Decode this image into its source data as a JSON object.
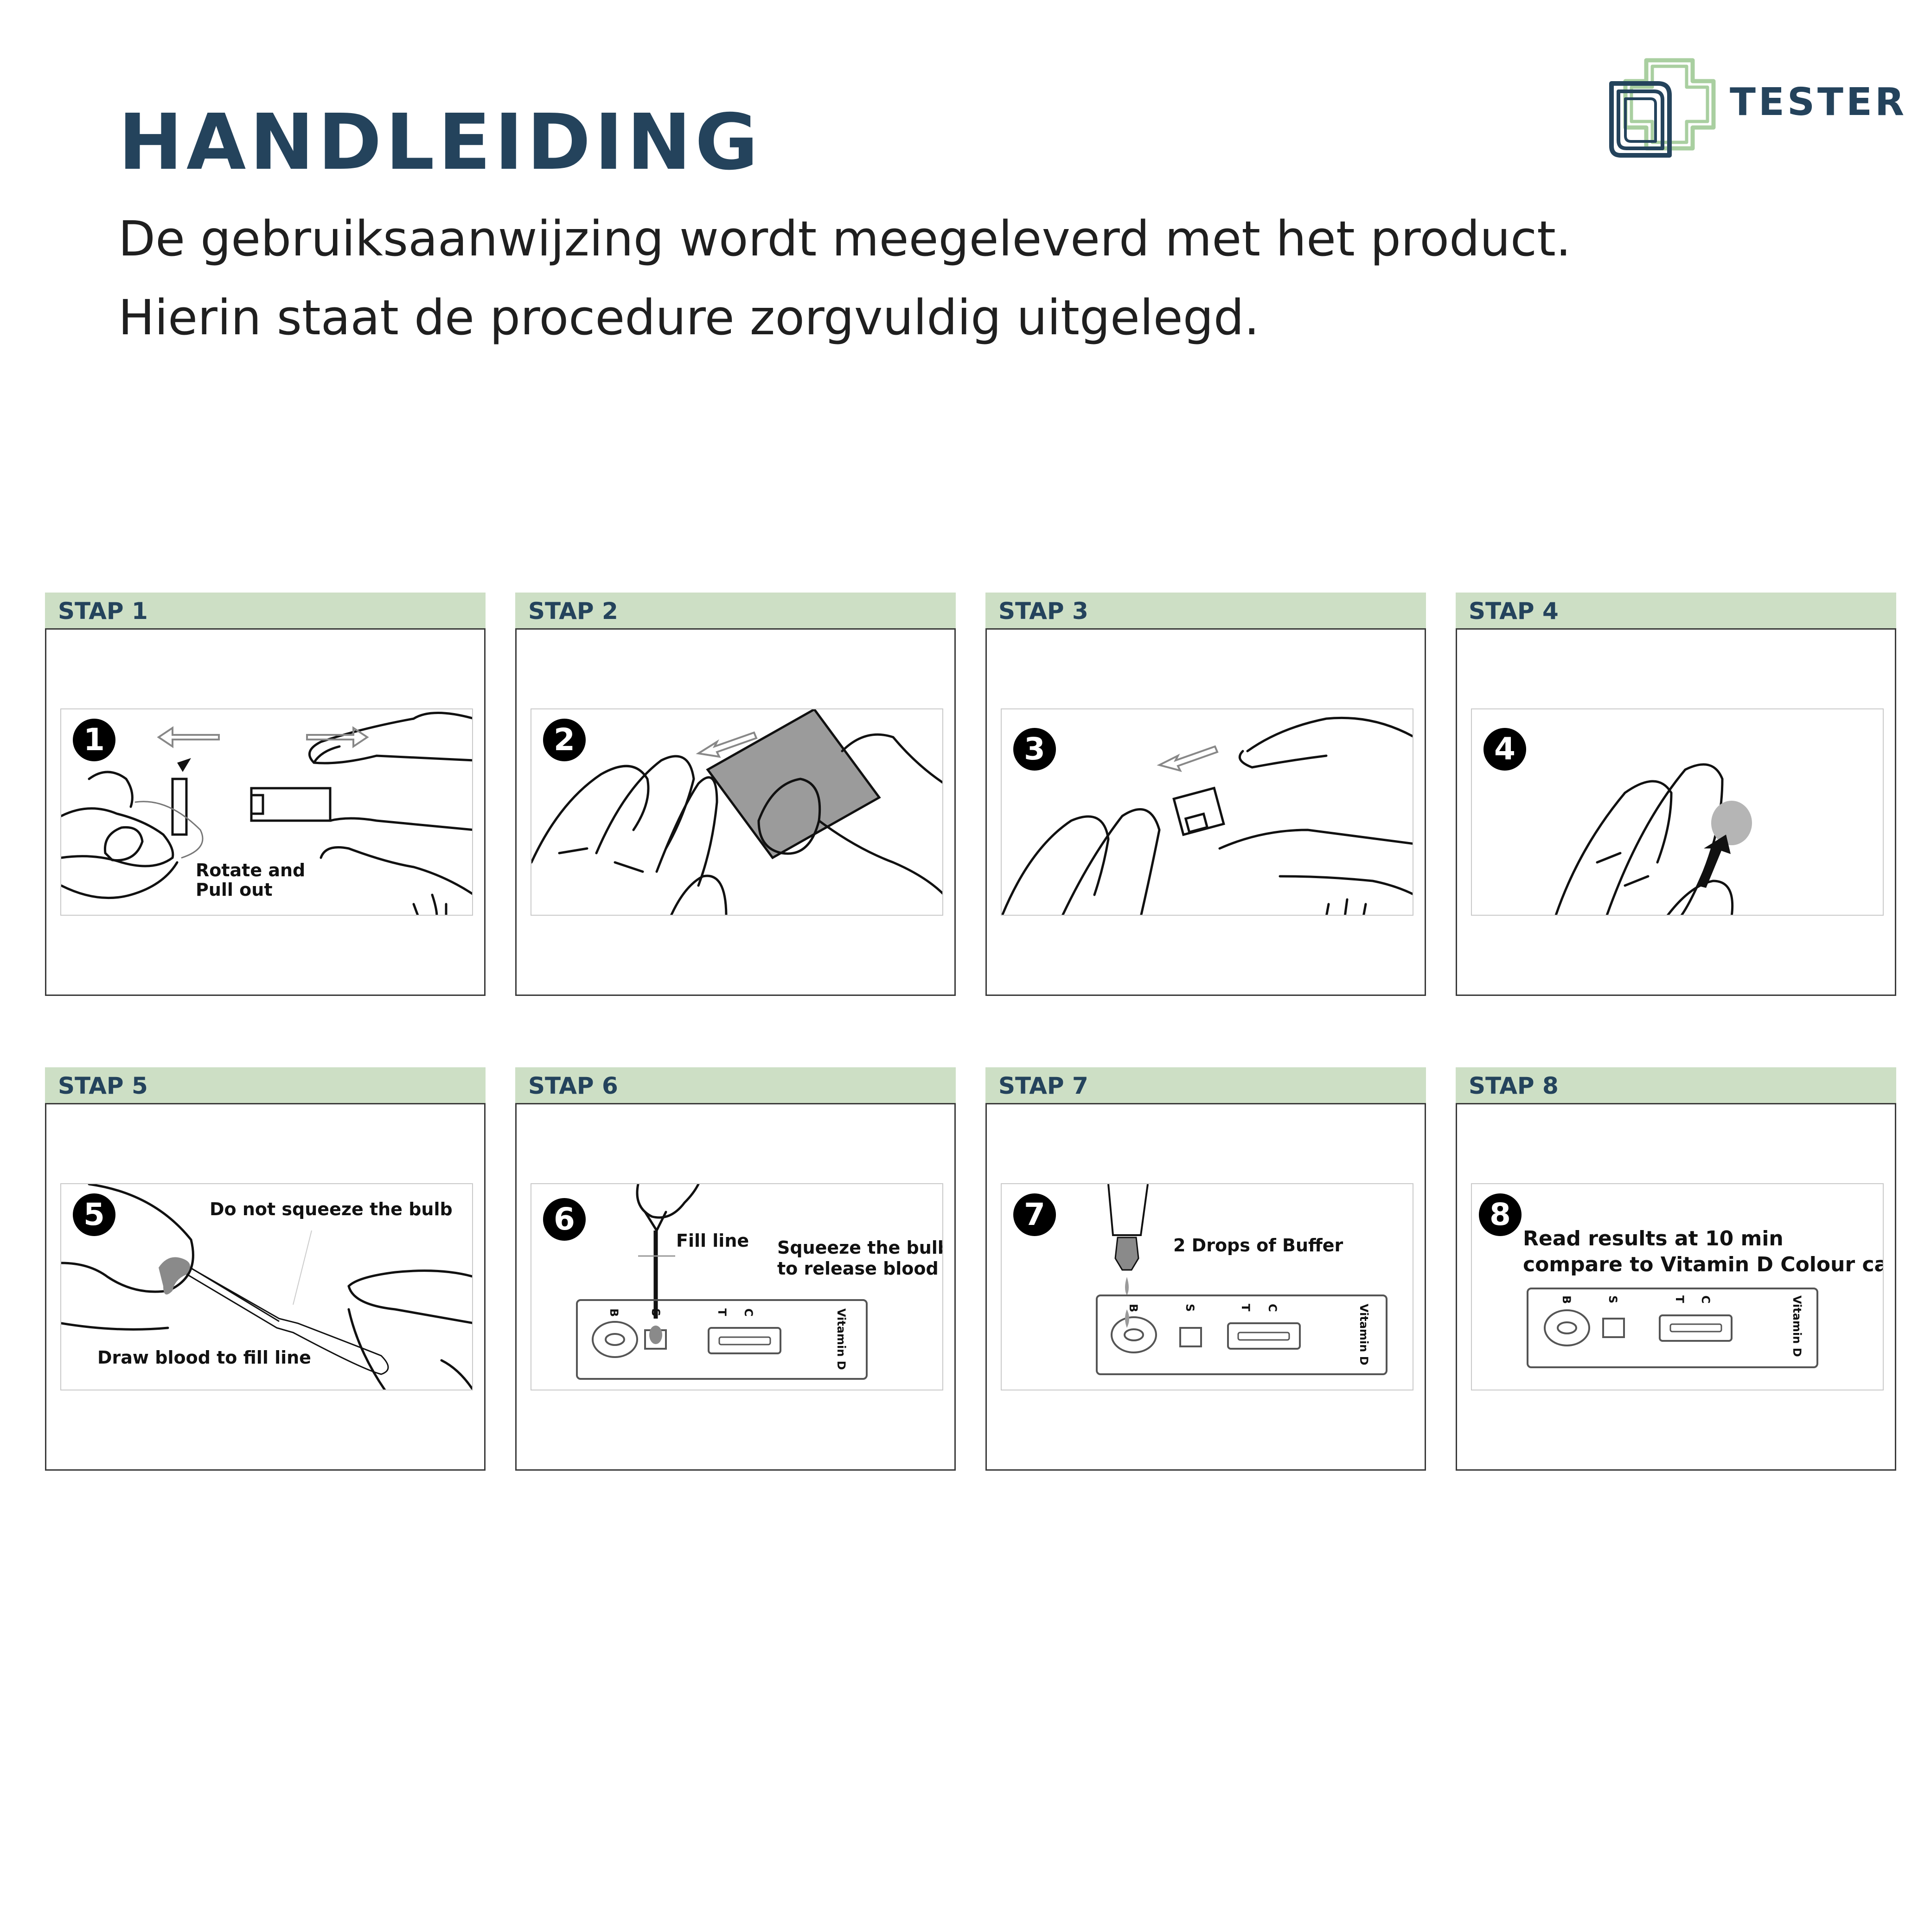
{
  "header": {
    "title": "HANDLEIDING",
    "subtitle": "De gebruiksaanwijzing wordt meegeleverd met het product. Hierin staat de procedure zorgvuldig uitgelegd.",
    "logo_text": "TESTER"
  },
  "colors": {
    "brand_dark": "#24435c",
    "step_header_bg": "#cddfc5",
    "logo_green": "#a9cfa0"
  },
  "steps": [
    {
      "label": "STAP 1",
      "number": "1",
      "captions": [
        "Rotate and",
        "Pull out"
      ]
    },
    {
      "label": "STAP 2",
      "number": "2",
      "captions": []
    },
    {
      "label": "STAP 3",
      "number": "3",
      "captions": []
    },
    {
      "label": "STAP 4",
      "number": "4",
      "captions": []
    },
    {
      "label": "STAP 5",
      "number": "5",
      "captions": [
        "Do not squeeze the bulb",
        "Draw blood to fill line"
      ]
    },
    {
      "label": "STAP 6",
      "number": "6",
      "captions": [
        "Fill line",
        "Squeeze the bulb",
        "to release blood"
      ]
    },
    {
      "label": "STAP 7",
      "number": "7",
      "captions": [
        "2 Drops of Buffer"
      ]
    },
    {
      "label": "STAP 8",
      "number": "8",
      "captions": [
        "Read results at 10 min",
        "compare to Vitamin D Colour card"
      ]
    }
  ],
  "cassette": {
    "b": "B",
    "s": "S",
    "t": "T",
    "c": "C",
    "name": "Vitamin D"
  }
}
